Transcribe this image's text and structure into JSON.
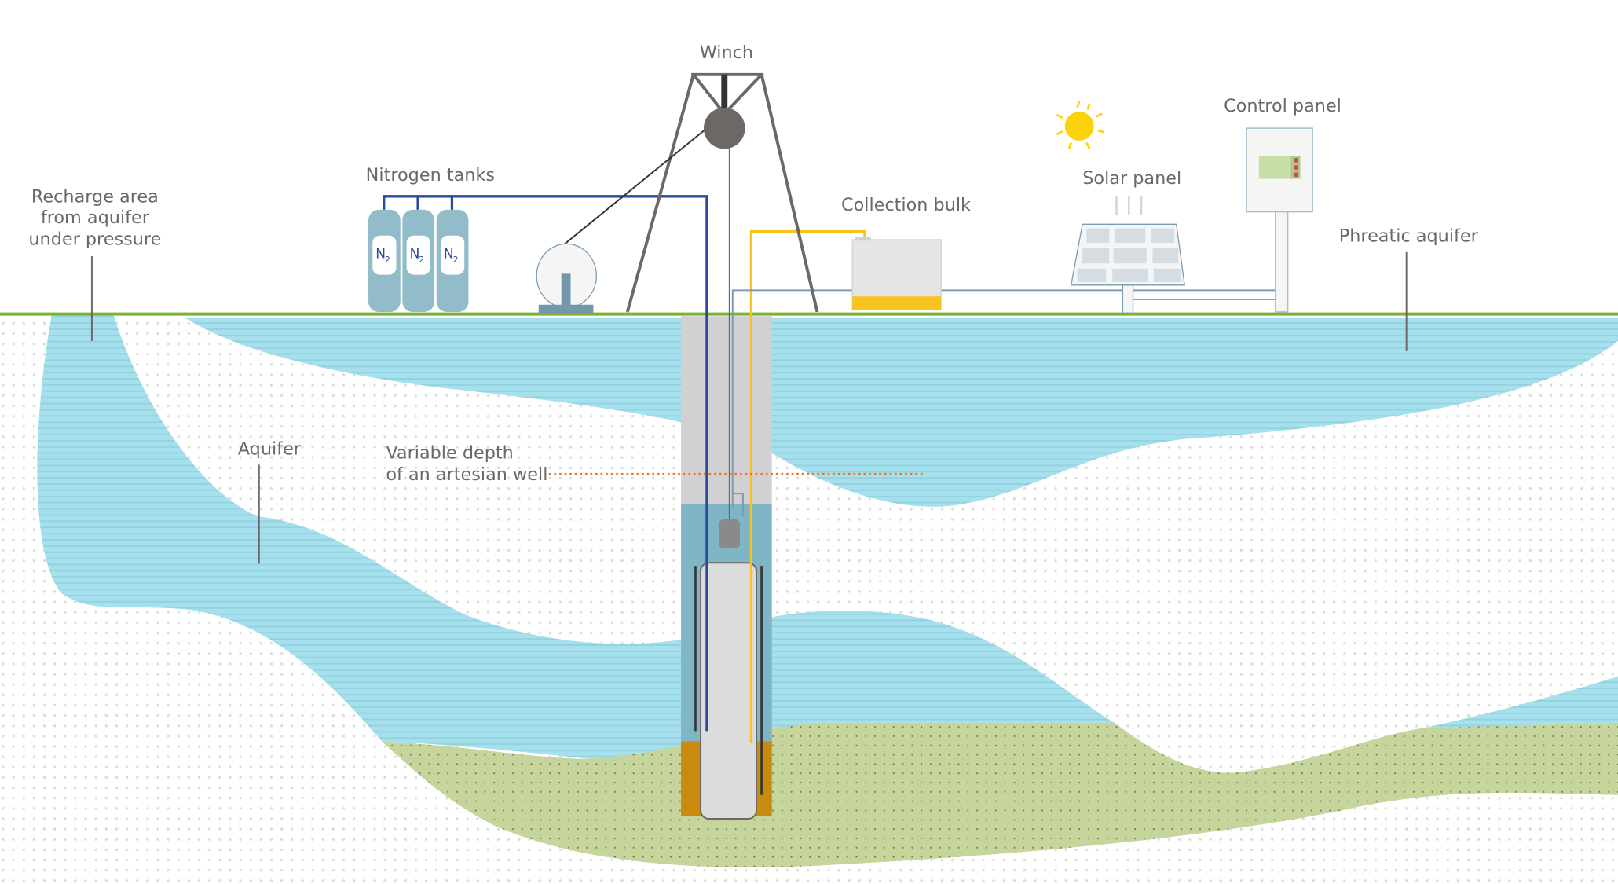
{
  "labels": {
    "winch": "Winch",
    "nitrogen_tanks": "Nitrogen tanks",
    "collection_bulk": "Collection bulk",
    "solar_panel": "Solar panel",
    "control_panel": "Control panel",
    "phreatic_aquifer": "Phreatic aquifer",
    "recharge_line1": "Recharge area",
    "recharge_line2": "from aquifer",
    "recharge_line3": "under pressure",
    "aquifer": "Aquifer",
    "depth_line1": "Variable depth",
    "depth_line2": "of an artesian well"
  },
  "tanks": [
    {
      "symbol": "N",
      "sub": "2"
    },
    {
      "symbol": "N",
      "sub": "2"
    },
    {
      "symbol": "N",
      "sub": "2"
    }
  ],
  "colors": {
    "ground": "#7cb32e",
    "water": "#a6e0ec",
    "sediment": "#c5d59c",
    "nitrogen_line": "#2a4a9a",
    "collection_line": "#f7c31e",
    "text": "#6d6866",
    "depth_marker": "#e8742c"
  }
}
